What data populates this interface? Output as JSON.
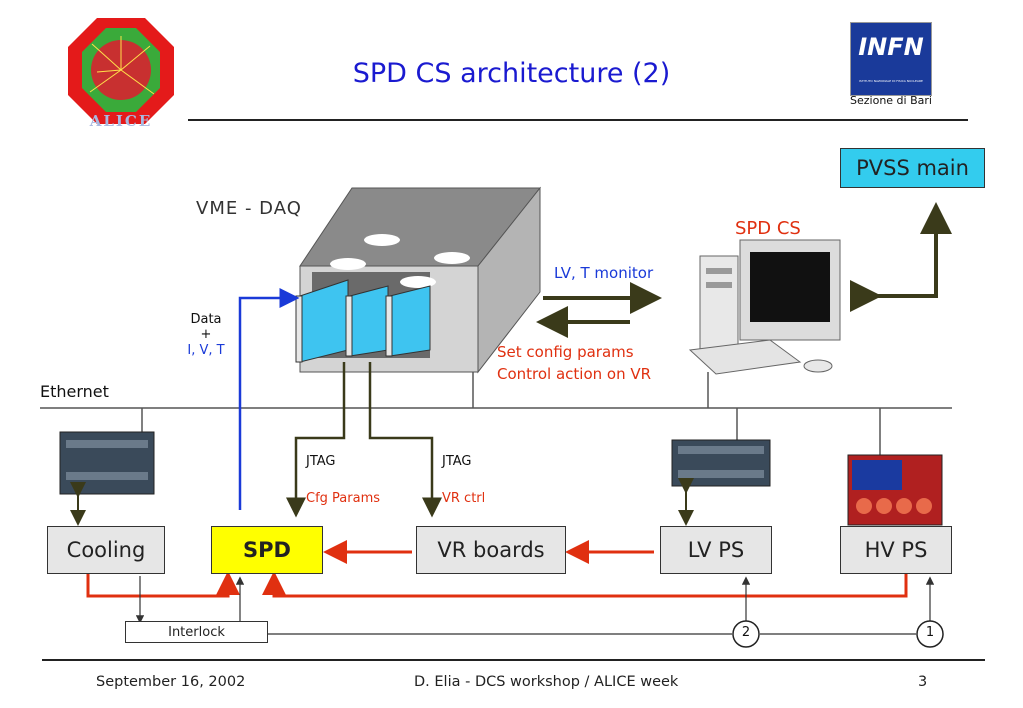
{
  "title": "SPD CS architecture (2)",
  "logos": {
    "alice": "ALICE",
    "infn": "INFN",
    "infn_small": "ISTITUTO NAZIONALE DI FISICA NUCLEARE",
    "infn_section": "Sezione di Bari"
  },
  "diagram": {
    "vme_daq": "VME - DAQ",
    "spd_cs": "SPD CS",
    "pvss_main": "PVSS main",
    "lv_t_monitor": "LV, T monitor",
    "set_config": "Set config params",
    "control_action": "Control action on VR",
    "data_label": "Data",
    "data_plus": "+",
    "data_ivt": "I, V, T",
    "ethernet": "Ethernet",
    "jtag1": "JTAG",
    "cfg_params": "Cfg Params",
    "jtag2": "JTAG",
    "vr_ctrl": "VR ctrl",
    "boxes": {
      "cooling": "Cooling",
      "spd": "SPD",
      "vr_boards": "VR boards",
      "lv_ps": "LV PS",
      "hv_ps": "HV PS"
    },
    "interlock": "Interlock",
    "circle1": "1",
    "circle2": "2"
  },
  "colors": {
    "title_blue": "#1a1ad0",
    "arrow_olive": "#3a3a1a",
    "arrow_red": "#e03010",
    "arrow_blue": "#1a3ad8",
    "spd_yellow": "#ffff00",
    "pvss_cyan": "#33ccee"
  },
  "footer": {
    "date": "September 16, 2002",
    "author": "D. Elia - DCS workshop / ALICE week",
    "page": "3"
  }
}
